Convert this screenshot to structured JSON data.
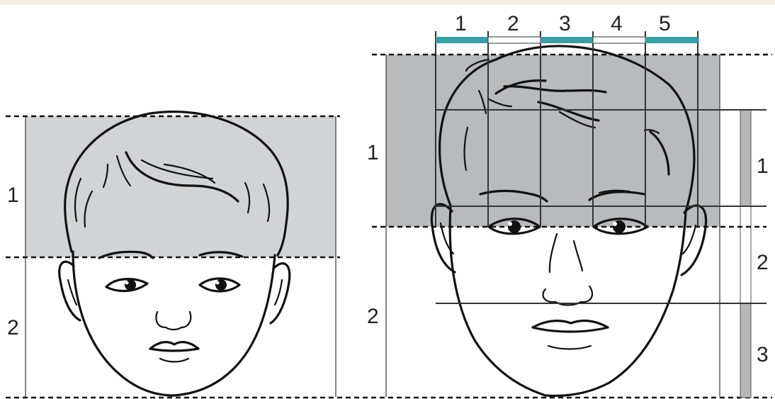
{
  "colors": {
    "shade": "#c8c9cb",
    "shade_dark": "#b5b6b8",
    "accent": "#3a9ea5",
    "top_band": "#f4efe3"
  },
  "left_figure": {
    "labels": [
      "1",
      "2"
    ]
  },
  "right_figure": {
    "top_labels": [
      "1",
      "2",
      "3",
      "4",
      "5"
    ],
    "left_labels": [
      "1",
      "2"
    ],
    "right_labels": [
      "1",
      "2",
      "3"
    ]
  }
}
